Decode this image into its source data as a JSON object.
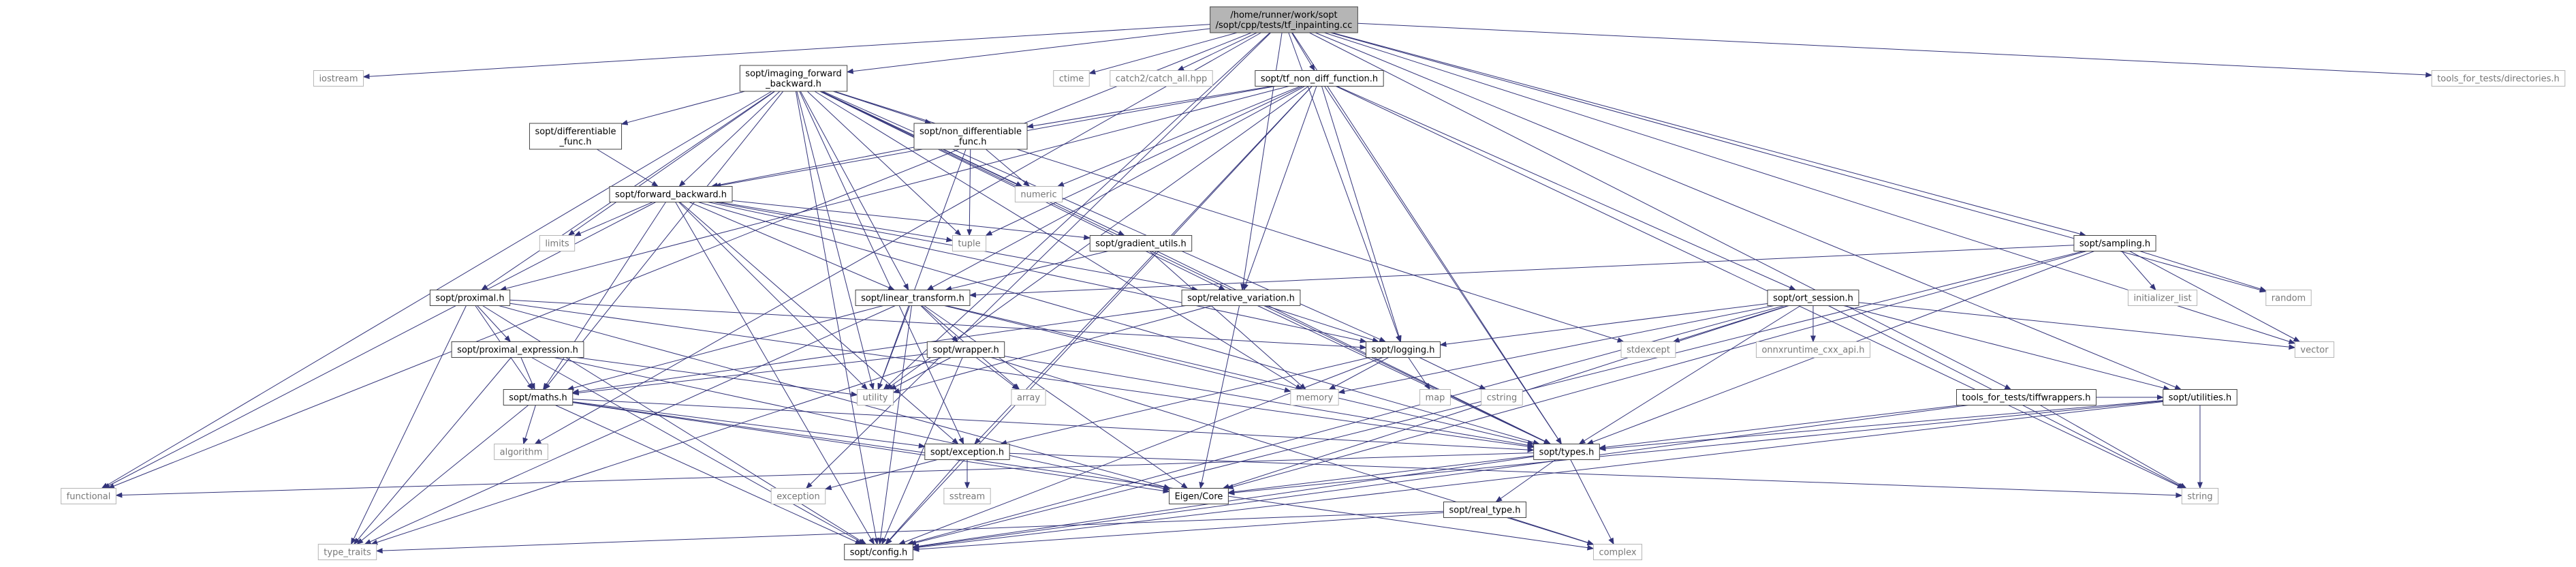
{
  "diagram": {
    "colors": {
      "edge": "#33347a",
      "node_border": "#444444",
      "ext_border": "#b5b5b5",
      "ext_text": "#777777",
      "root_fill": "#b5b5b5",
      "text": "#000000"
    },
    "nodes": [
      {
        "id": "root",
        "lines": [
          "/home/runner/work/sopt",
          "/sopt/cpp/tests/tf_inpainting.cc"
        ],
        "kind": "root"
      },
      {
        "id": "functional",
        "lines": [
          "functional"
        ],
        "kind": "ext"
      },
      {
        "id": "exception",
        "lines": [
          "exception"
        ],
        "kind": "ext"
      },
      {
        "id": "algorithm",
        "lines": [
          "algorithm"
        ],
        "kind": "ext"
      },
      {
        "id": "iostream",
        "lines": [
          "iostream"
        ],
        "kind": "ext"
      },
      {
        "id": "imaging_fb",
        "lines": [
          "sopt/imaging_forward",
          "_backward.h"
        ],
        "kind": "int"
      },
      {
        "id": "ctime",
        "lines": [
          "ctime"
        ],
        "kind": "ext"
      },
      {
        "id": "catch",
        "lines": [
          "catch2/catch_all.hpp"
        ],
        "kind": "ext"
      },
      {
        "id": "tf_non_diff",
        "lines": [
          "sopt/tf_non_diff_function.h"
        ],
        "kind": "int"
      },
      {
        "id": "tools_dirs",
        "lines": [
          "tools_for_tests/directories.h"
        ],
        "kind": "ext"
      },
      {
        "id": "diff_func",
        "lines": [
          "sopt/differentiable",
          "_func.h"
        ],
        "kind": "int"
      },
      {
        "id": "non_diff_func",
        "lines": [
          "sopt/non_differentiable",
          "_func.h"
        ],
        "kind": "int"
      },
      {
        "id": "numeric",
        "lines": [
          "numeric"
        ],
        "kind": "ext"
      },
      {
        "id": "forward_backward",
        "lines": [
          "sopt/forward_backward.h"
        ],
        "kind": "int"
      },
      {
        "id": "limits",
        "lines": [
          "limits"
        ],
        "kind": "ext"
      },
      {
        "id": "tuple",
        "lines": [
          "tuple"
        ],
        "kind": "ext"
      },
      {
        "id": "gradient_utils",
        "lines": [
          "sopt/gradient_utils.h"
        ],
        "kind": "int"
      },
      {
        "id": "sampling",
        "lines": [
          "sopt/sampling.h"
        ],
        "kind": "int"
      },
      {
        "id": "initializer_list",
        "lines": [
          "initializer_list"
        ],
        "kind": "ext"
      },
      {
        "id": "random",
        "lines": [
          "random"
        ],
        "kind": "ext"
      },
      {
        "id": "proximal",
        "lines": [
          "sopt/proximal.h"
        ],
        "kind": "int"
      },
      {
        "id": "linear_transform",
        "lines": [
          "sopt/linear_transform.h"
        ],
        "kind": "int"
      },
      {
        "id": "relative_variation",
        "lines": [
          "sopt/relative_variation.h"
        ],
        "kind": "int"
      },
      {
        "id": "ort_session",
        "lines": [
          "sopt/ort_session.h"
        ],
        "kind": "int"
      },
      {
        "id": "vector",
        "lines": [
          "vector"
        ],
        "kind": "ext"
      },
      {
        "id": "stdexcept",
        "lines": [
          "stdexcept"
        ],
        "kind": "ext"
      },
      {
        "id": "onnx",
        "lines": [
          "onnxruntime_cxx_api.h"
        ],
        "kind": "ext"
      },
      {
        "id": "proximal_expression",
        "lines": [
          "sopt/proximal_expression.h"
        ],
        "kind": "int"
      },
      {
        "id": "wrapper",
        "lines": [
          "sopt/wrapper.h"
        ],
        "kind": "int"
      },
      {
        "id": "logging",
        "lines": [
          "sopt/logging.h"
        ],
        "kind": "int"
      },
      {
        "id": "maths",
        "lines": [
          "sopt/maths.h"
        ],
        "kind": "int"
      },
      {
        "id": "utility",
        "lines": [
          "utility"
        ],
        "kind": "ext"
      },
      {
        "id": "array",
        "lines": [
          "array"
        ],
        "kind": "ext"
      },
      {
        "id": "memory",
        "lines": [
          "memory"
        ],
        "kind": "ext"
      },
      {
        "id": "map",
        "lines": [
          "map"
        ],
        "kind": "ext"
      },
      {
        "id": "cstring",
        "lines": [
          "cstring"
        ],
        "kind": "ext"
      },
      {
        "id": "tiffwrappers",
        "lines": [
          "tools_for_tests/tiffwrappers.h"
        ],
        "kind": "int"
      },
      {
        "id": "utilities",
        "lines": [
          "sopt/utilities.h"
        ],
        "kind": "int"
      },
      {
        "id": "sopt_exception",
        "lines": [
          "sopt/exception.h"
        ],
        "kind": "int"
      },
      {
        "id": "types",
        "lines": [
          "sopt/types.h"
        ],
        "kind": "int"
      },
      {
        "id": "sstream",
        "lines": [
          "sstream"
        ],
        "kind": "ext"
      },
      {
        "id": "eigen_core",
        "lines": [
          "Eigen/Core"
        ],
        "kind": "int"
      },
      {
        "id": "string",
        "lines": [
          "string"
        ],
        "kind": "ext"
      },
      {
        "id": "real_type",
        "lines": [
          "sopt/real_type.h"
        ],
        "kind": "int"
      },
      {
        "id": "type_traits",
        "lines": [
          "type_traits"
        ],
        "kind": "ext"
      },
      {
        "id": "config",
        "lines": [
          "sopt/config.h"
        ],
        "kind": "int"
      },
      {
        "id": "complex",
        "lines": [
          "complex"
        ],
        "kind": "ext"
      }
    ],
    "edges": [
      [
        "root",
        "functional"
      ],
      [
        "root",
        "exception"
      ],
      [
        "root",
        "algorithm"
      ],
      [
        "root",
        "iostream"
      ],
      [
        "root",
        "imaging_fb"
      ],
      [
        "root",
        "ctime"
      ],
      [
        "root",
        "catch"
      ],
      [
        "root",
        "tf_non_diff"
      ],
      [
        "root",
        "tools_dirs"
      ],
      [
        "root",
        "sampling"
      ],
      [
        "root",
        "random"
      ],
      [
        "root",
        "vector"
      ],
      [
        "root",
        "relative_variation"
      ],
      [
        "root",
        "logging"
      ],
      [
        "root",
        "types"
      ],
      [
        "root",
        "utilities"
      ],
      [
        "root",
        "tiffwrappers"
      ],
      [
        "root",
        "utility"
      ],
      [
        "imaging_fb",
        "diff_func"
      ],
      [
        "imaging_fb",
        "non_diff_func"
      ],
      [
        "imaging_fb",
        "forward_backward"
      ],
      [
        "imaging_fb",
        "numeric"
      ],
      [
        "imaging_fb",
        "limits"
      ],
      [
        "imaging_fb",
        "tuple"
      ],
      [
        "imaging_fb",
        "gradient_utils"
      ],
      [
        "imaging_fb",
        "proximal"
      ],
      [
        "imaging_fb",
        "linear_transform"
      ],
      [
        "imaging_fb",
        "relative_variation"
      ],
      [
        "imaging_fb",
        "logging"
      ],
      [
        "imaging_fb",
        "maths"
      ],
      [
        "imaging_fb",
        "utility"
      ],
      [
        "imaging_fb",
        "memory"
      ],
      [
        "imaging_fb",
        "sopt_exception"
      ],
      [
        "imaging_fb",
        "types"
      ],
      [
        "imaging_fb",
        "functional"
      ],
      [
        "imaging_fb",
        "stdexcept"
      ],
      [
        "imaging_fb",
        "config"
      ],
      [
        "tf_non_diff",
        "non_diff_func"
      ],
      [
        "tf_non_diff",
        "forward_backward"
      ],
      [
        "tf_non_diff",
        "numeric"
      ],
      [
        "tf_non_diff",
        "tuple"
      ],
      [
        "tf_non_diff",
        "proximal"
      ],
      [
        "tf_non_diff",
        "linear_transform"
      ],
      [
        "tf_non_diff",
        "relative_variation"
      ],
      [
        "tf_non_diff",
        "ort_session"
      ],
      [
        "tf_non_diff",
        "logging"
      ],
      [
        "tf_non_diff",
        "utility"
      ],
      [
        "tf_non_diff",
        "sopt_exception"
      ],
      [
        "tf_non_diff",
        "types"
      ],
      [
        "tf_non_diff",
        "string"
      ],
      [
        "tf_non_diff",
        "config"
      ],
      [
        "diff_func",
        "forward_backward"
      ],
      [
        "non_diff_func",
        "forward_backward"
      ],
      [
        "non_diff_func",
        "numeric"
      ],
      [
        "non_diff_func",
        "tuple"
      ],
      [
        "non_diff_func",
        "utility"
      ],
      [
        "forward_backward",
        "functional"
      ],
      [
        "forward_backward",
        "limits"
      ],
      [
        "forward_backward",
        "tuple"
      ],
      [
        "forward_backward",
        "gradient_utils"
      ],
      [
        "forward_backward",
        "linear_transform"
      ],
      [
        "forward_backward",
        "relative_variation"
      ],
      [
        "forward_backward",
        "logging"
      ],
      [
        "forward_backward",
        "maths"
      ],
      [
        "forward_backward",
        "utility"
      ],
      [
        "forward_backward",
        "types"
      ],
      [
        "forward_backward",
        "sopt_exception"
      ],
      [
        "forward_backward",
        "config"
      ],
      [
        "gradient_utils",
        "linear_transform"
      ],
      [
        "gradient_utils",
        "memory"
      ],
      [
        "gradient_utils",
        "types"
      ],
      [
        "sampling",
        "initializer_list"
      ],
      [
        "sampling",
        "random"
      ],
      [
        "sampling",
        "vector"
      ],
      [
        "sampling",
        "linear_transform"
      ],
      [
        "sampling",
        "types"
      ],
      [
        "sampling",
        "config"
      ],
      [
        "sampling",
        "eigen_core"
      ],
      [
        "proximal",
        "proximal_expression"
      ],
      [
        "proximal",
        "maths"
      ],
      [
        "proximal",
        "logging"
      ],
      [
        "proximal",
        "types"
      ],
      [
        "proximal",
        "type_traits"
      ],
      [
        "proximal",
        "config"
      ],
      [
        "proximal",
        "eigen_core"
      ],
      [
        "linear_transform",
        "wrapper"
      ],
      [
        "linear_transform",
        "maths"
      ],
      [
        "linear_transform",
        "utility"
      ],
      [
        "linear_transform",
        "array"
      ],
      [
        "linear_transform",
        "memory"
      ],
      [
        "linear_transform",
        "types"
      ],
      [
        "linear_transform",
        "eigen_core"
      ],
      [
        "linear_transform",
        "config"
      ],
      [
        "linear_transform",
        "type_traits"
      ],
      [
        "relative_variation",
        "logging"
      ],
      [
        "relative_variation",
        "maths"
      ],
      [
        "relative_variation",
        "types"
      ],
      [
        "relative_variation",
        "eigen_core"
      ],
      [
        "relative_variation",
        "utility"
      ],
      [
        "ort_session",
        "logging"
      ],
      [
        "ort_session",
        "utilities"
      ],
      [
        "ort_session",
        "vector"
      ],
      [
        "ort_session",
        "stdexcept"
      ],
      [
        "ort_session",
        "onnx"
      ],
      [
        "ort_session",
        "memory"
      ],
      [
        "ort_session",
        "string"
      ],
      [
        "ort_session",
        "types"
      ],
      [
        "ort_session",
        "config"
      ],
      [
        "ort_session",
        "eigen_core"
      ],
      [
        "proximal_expression",
        "maths"
      ],
      [
        "proximal_expression",
        "type_traits"
      ],
      [
        "proximal_expression",
        "eigen_core"
      ],
      [
        "proximal_expression",
        "config"
      ],
      [
        "proximal_expression",
        "utility"
      ],
      [
        "wrapper",
        "maths"
      ],
      [
        "wrapper",
        "utility"
      ],
      [
        "wrapper",
        "array"
      ],
      [
        "wrapper",
        "types"
      ],
      [
        "wrapper",
        "config"
      ],
      [
        "wrapper",
        "type_traits"
      ],
      [
        "wrapper",
        "complex"
      ],
      [
        "logging",
        "memory"
      ],
      [
        "logging",
        "map"
      ],
      [
        "logging",
        "cstring"
      ],
      [
        "logging",
        "sopt_exception"
      ],
      [
        "logging",
        "config"
      ],
      [
        "maths",
        "algorithm"
      ],
      [
        "maths",
        "sopt_exception"
      ],
      [
        "maths",
        "types"
      ],
      [
        "maths",
        "config"
      ],
      [
        "maths",
        "type_traits"
      ],
      [
        "maths",
        "complex"
      ],
      [
        "maths",
        "eigen_core"
      ],
      [
        "tiffwrappers",
        "types"
      ],
      [
        "tiffwrappers",
        "utilities"
      ],
      [
        "tiffwrappers",
        "string"
      ],
      [
        "tiffwrappers",
        "config"
      ],
      [
        "utilities",
        "types"
      ],
      [
        "utilities",
        "string"
      ],
      [
        "utilities",
        "config"
      ],
      [
        "utilities",
        "eigen_core"
      ],
      [
        "sopt_exception",
        "exception"
      ],
      [
        "sopt_exception",
        "sstream"
      ],
      [
        "sopt_exception",
        "config"
      ],
      [
        "sopt_exception",
        "string"
      ],
      [
        "types",
        "functional"
      ],
      [
        "types",
        "complex"
      ],
      [
        "types",
        "eigen_core"
      ],
      [
        "types",
        "real_type"
      ],
      [
        "types",
        "config"
      ],
      [
        "real_type",
        "type_traits"
      ],
      [
        "real_type",
        "complex"
      ],
      [
        "real_type",
        "config"
      ]
    ]
  }
}
